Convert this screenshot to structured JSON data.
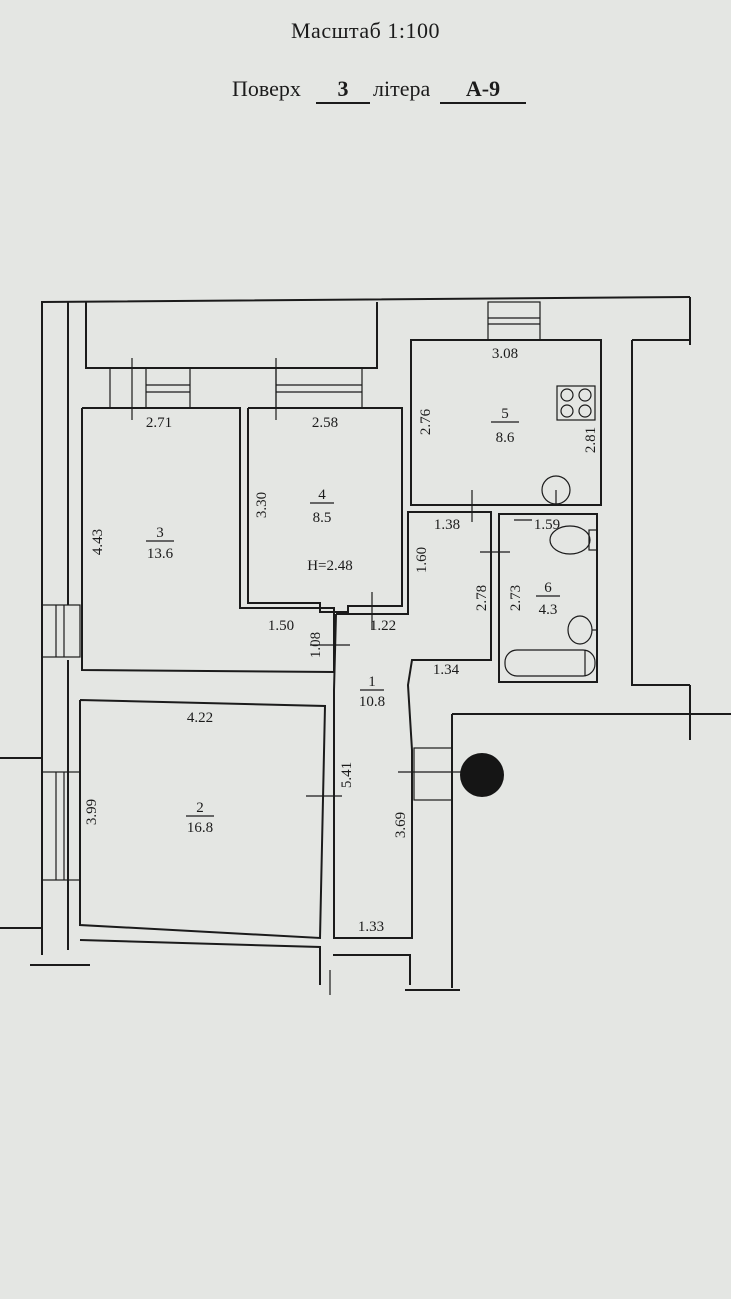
{
  "header": {
    "scale": "Масштаб 1:100",
    "floor_label": "Поверх",
    "floor_value": "3",
    "letter_label": "літера",
    "letter_value": "А-9"
  },
  "rooms": [
    {
      "number": "1",
      "area": "10.8"
    },
    {
      "number": "2",
      "area": "16.8"
    },
    {
      "number": "3",
      "area": "13.6"
    },
    {
      "number": "4",
      "area": "8.5"
    },
    {
      "number": "5",
      "area": "8.6"
    },
    {
      "number": "6",
      "area": "4.3"
    }
  ],
  "ceiling_height": "H=2.48",
  "dimensions": {
    "r3_top": "2.71",
    "r3_left": "4.43",
    "r4_top": "2.58",
    "r4_left": "3.30",
    "r5_top": "3.08",
    "r5_left": "2.76",
    "r5_right": "2.81",
    "r6_top": "1.59",
    "r6_left": "2.73",
    "bath_nook": "1.38",
    "bath_nook_side": "1.60",
    "corr_right": "2.78",
    "corr_top_left": "1.50",
    "corr_top_mid": "1.22",
    "corr_notch": "1.08",
    "corr_mid": "1.34",
    "corr_long": "5.41",
    "corr_lower": "3.69",
    "corr_bottom": "1.33",
    "r2_top": "4.22",
    "r2_left": "3.99"
  }
}
